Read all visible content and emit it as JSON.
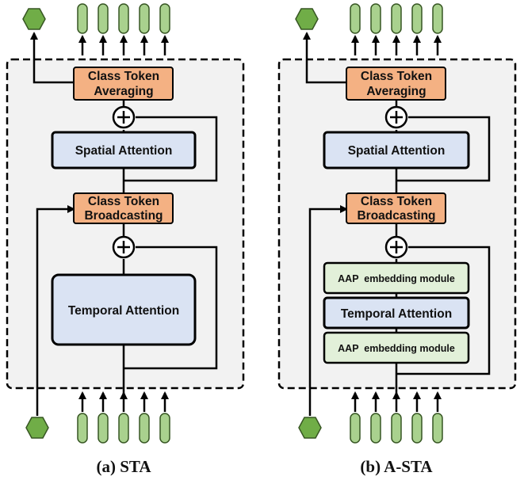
{
  "panels": [
    {
      "caption": "(a) STA",
      "class_token_averaging": [
        "Class Token",
        "Averaging"
      ],
      "spatial_attention": "Spatial Attention",
      "class_token_broadcasting": [
        "Class Token",
        "Broadcasting"
      ],
      "temporal_attention": "Temporal Attention",
      "plus_symbol": "+"
    },
    {
      "caption": "(b) A-STA",
      "class_token_averaging": [
        "Class Token",
        "Averaging"
      ],
      "spatial_attention": "Spatial Attention",
      "class_token_broadcasting": [
        "Class Token",
        "Broadcasting"
      ],
      "aap_top": "AAP  embedding module",
      "temporal_attention": "Temporal Attention",
      "aap_bottom": "AAP  embedding module",
      "plus_symbol": "+"
    }
  ],
  "colors": {
    "module_background": "#f2f2f2",
    "class_token_box": "#f4b183",
    "attention_box": "#dae3f3",
    "aap_box": "#e2f0d9",
    "token_green": "#70ad47",
    "token_border": "#375623",
    "stroke": "#000000"
  },
  "icons": {
    "class_token": "hexagon-icon",
    "patch_token": "rounded-capsule-icon",
    "add": "circle-plus-icon"
  }
}
